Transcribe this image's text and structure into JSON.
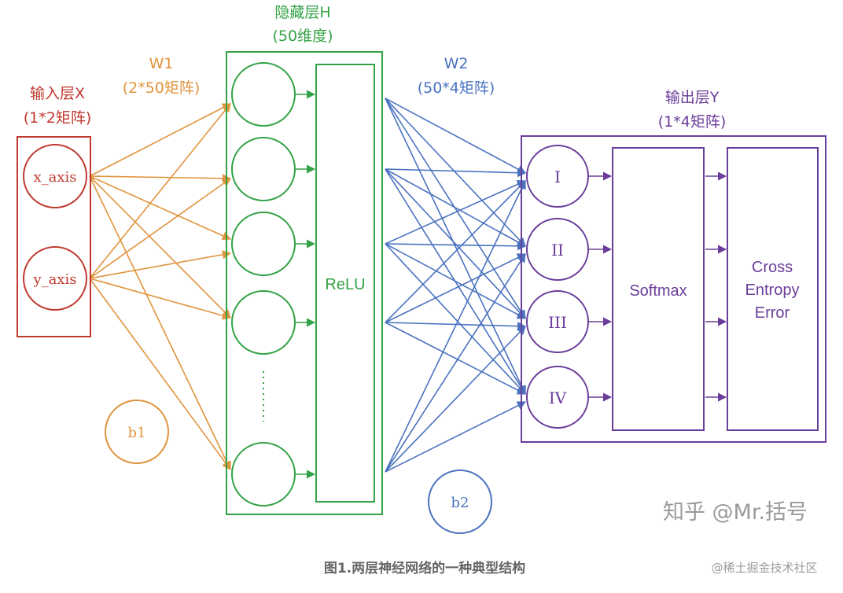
{
  "colors": {
    "input": "#c0392f",
    "w1": "#e0943d",
    "hidden": "#34a246",
    "w2": "#4a72c0",
    "output": "#6a3d9a",
    "caption": "#666666",
    "watermark": "#9a9a9a"
  },
  "input_layer": {
    "title": "输入层X",
    "subtitle": "(1*2矩阵)",
    "nodes": [
      "x_axis",
      "y_axis"
    ]
  },
  "w1": {
    "title": "W1",
    "subtitle": "(2*50矩阵)"
  },
  "b1": {
    "label": "b1"
  },
  "hidden_layer": {
    "title": "隐藏层H",
    "subtitle": "(50维度)",
    "activation": "ReLU",
    "node_count_shown": 5
  },
  "w2": {
    "title": "W2",
    "subtitle": "(50*4矩阵)"
  },
  "b2": {
    "label": "b2"
  },
  "output_layer": {
    "title": "输出层Y",
    "subtitle": "(1*4矩阵)",
    "nodes": [
      "I",
      "II",
      "III",
      "IV"
    ],
    "softmax": "Softmax",
    "loss_lines": [
      "Cross",
      "Entropy",
      "Error"
    ]
  },
  "caption": "图1.两层神经网络的一种典型结构",
  "watermark_zhihu": "知乎 @Mr.括号",
  "watermark_juejin": "@稀土掘金技术社区"
}
